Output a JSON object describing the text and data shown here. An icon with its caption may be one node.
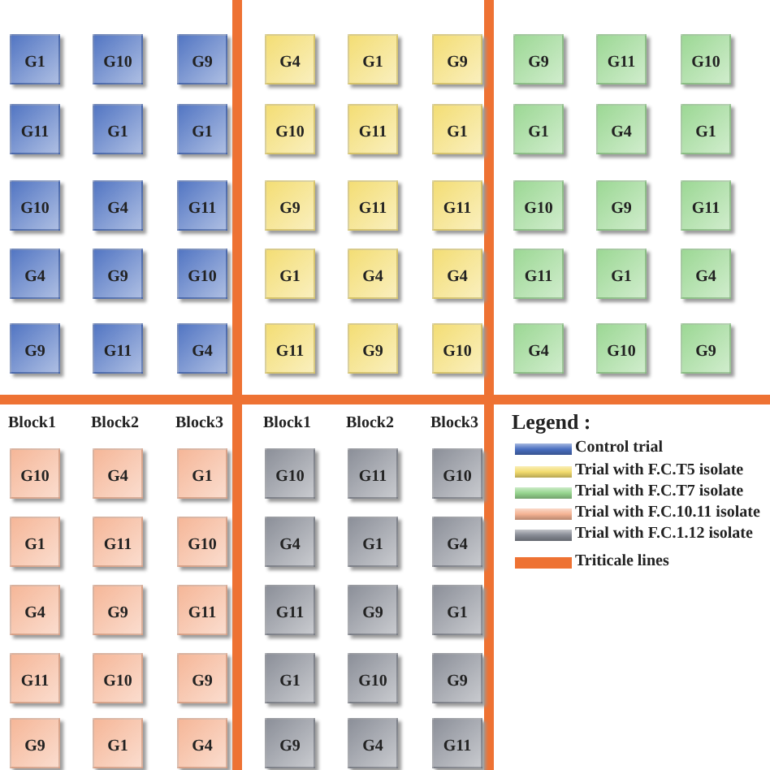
{
  "diagram": {
    "nodes": [
      {
        "text": [
          "G1"
        ]
      },
      {
        "text": [
          "G10"
        ]
      },
      {
        "text": [
          "G9"
        ]
      },
      {
        "text": [
          "G11"
        ]
      },
      {
        "text": [
          "G1"
        ]
      },
      {
        "text": [
          "G1"
        ]
      },
      {
        "text": [
          "G10"
        ]
      },
      {
        "text": [
          "G4"
        ]
      },
      {
        "text": [
          "G11"
        ]
      },
      {
        "text": [
          "G4"
        ]
      },
      {
        "text": [
          "G9"
        ]
      },
      {
        "text": [
          "G10"
        ]
      },
      {
        "text": [
          "G9"
        ]
      },
      {
        "text": [
          "G11"
        ]
      },
      {
        "text": [
          "G4"
        ]
      },
      {
        "text": [
          "G4"
        ]
      },
      {
        "text": [
          "G1"
        ]
      },
      {
        "text": [
          "G9"
        ]
      },
      {
        "text": [
          "G10"
        ]
      },
      {
        "text": [
          "G11"
        ]
      },
      {
        "text": [
          "G1"
        ]
      },
      {
        "text": [
          "G9"
        ]
      },
      {
        "text": [
          "G11"
        ]
      },
      {
        "text": [
          "G11"
        ]
      },
      {
        "text": [
          "G1"
        ]
      },
      {
        "text": [
          "G4"
        ]
      },
      {
        "text": [
          "G4"
        ]
      },
      {
        "text": [
          "G11"
        ]
      },
      {
        "text": [
          "G9"
        ]
      },
      {
        "text": [
          "G10"
        ]
      },
      {
        "text": [
          "G9"
        ]
      },
      {
        "text": [
          "G11"
        ]
      },
      {
        "text": [
          "G10"
        ]
      },
      {
        "text": [
          "G1"
        ]
      },
      {
        "text": [
          "G4"
        ]
      },
      {
        "text": [
          "G1"
        ]
      },
      {
        "text": [
          "G10"
        ]
      },
      {
        "text": [
          "G9"
        ]
      },
      {
        "text": [
          "G11"
        ]
      },
      {
        "text": [
          "G11"
        ]
      },
      {
        "text": [
          "G1"
        ]
      },
      {
        "text": [
          "G4"
        ]
      },
      {
        "text": [
          "G4"
        ]
      },
      {
        "text": [
          "G10"
        ]
      },
      {
        "text": [
          "G9"
        ]
      },
      {
        "text": [
          "G10"
        ]
      },
      {
        "text": [
          "G4"
        ]
      },
      {
        "text": [
          "G1"
        ]
      },
      {
        "text": [
          "G1"
        ]
      },
      {
        "text": [
          "G11"
        ]
      },
      {
        "text": [
          "G10"
        ]
      },
      {
        "text": [
          "G4"
        ]
      },
      {
        "text": [
          "G9"
        ]
      },
      {
        "text": [
          "G11"
        ]
      },
      {
        "text": [
          "G11"
        ]
      },
      {
        "text": [
          "G10"
        ]
      },
      {
        "text": [
          "G9"
        ]
      },
      {
        "text": [
          "G9"
        ]
      },
      {
        "text": [
          "G1"
        ]
      },
      {
        "text": [
          "G4"
        ]
      },
      {
        "text": [
          "G10"
        ]
      },
      {
        "text": [
          "G11"
        ]
      },
      {
        "text": [
          "G10"
        ]
      },
      {
        "text": [
          "G4"
        ]
      },
      {
        "text": [
          "G1"
        ]
      },
      {
        "text": [
          "G4"
        ]
      },
      {
        "text": [
          "G11"
        ]
      },
      {
        "text": [
          "G9"
        ]
      },
      {
        "text": [
          "G1"
        ]
      },
      {
        "text": [
          "G1"
        ]
      },
      {
        "text": [
          "G10"
        ]
      },
      {
        "text": [
          "G9"
        ]
      },
      {
        "text": [
          "G9"
        ]
      },
      {
        "text": [
          "G4"
        ]
      },
      {
        "text": [
          "G11"
        ]
      }
    ],
    "labels": [
      "Block1",
      "Block2",
      "Block3",
      "Block1",
      "Block2",
      "Block3",
      "Legend :"
    ],
    "legend": [
      {
        "text": "Control trial",
        "color": "#4a6fc0"
      },
      {
        "text": "Trial with F.C.T5 isolate",
        "color": "#f3dc6e"
      },
      {
        "text": "Trial with F.C.T7 isolate",
        "color": "#97d68f"
      },
      {
        "text": "Trial with F.C.10.11 isolate",
        "color": "#f5b393"
      },
      {
        "text": "Trial with F.C.1.12 isolate",
        "color": "#868a94"
      },
      {
        "text": "Triticale lines",
        "color": "#ee7233"
      }
    ]
  }
}
